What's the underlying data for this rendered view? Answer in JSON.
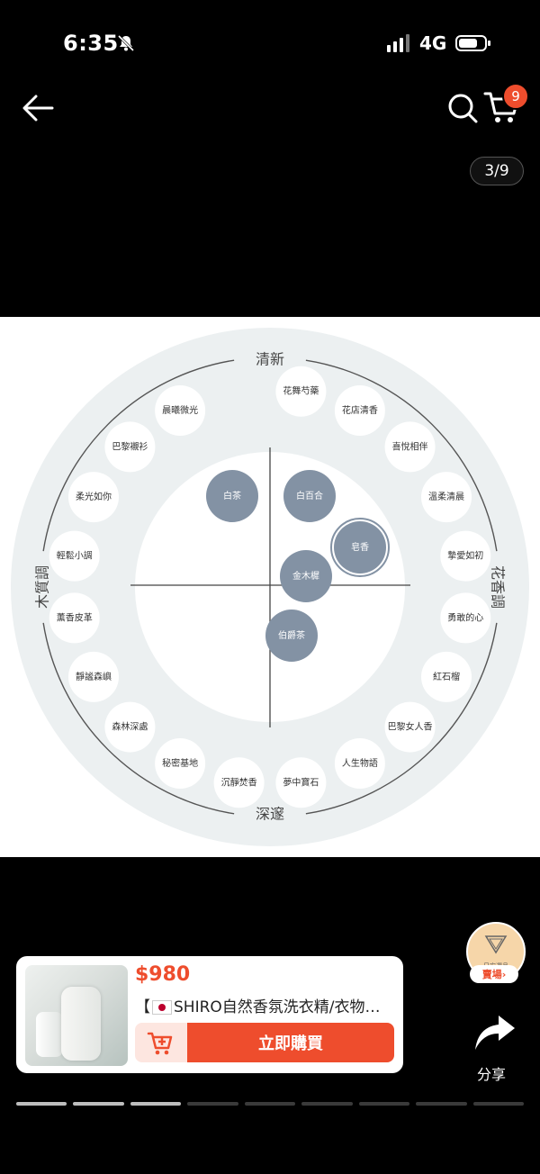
{
  "status_bar": {
    "time": "6:35",
    "network": "4G"
  },
  "header": {
    "cart_count": "9",
    "image_counter": "3/9"
  },
  "wheel": {
    "axis_top": "清新",
    "axis_bottom": "深邃",
    "axis_left": "木質調",
    "axis_right": "花香調",
    "outer_ring": [
      "花舞芍藥",
      "花店清香",
      "喜悅相伴",
      "溫柔清晨",
      "摯愛如初",
      "勇敢的心",
      "紅石榴",
      "巴黎女人香",
      "人生物語",
      "夢中寶石",
      "沉靜焚香",
      "秘密基地",
      "森林深處",
      "靜謐森嶼",
      "薰香皮革",
      "輕鬆小調",
      "柔光如你",
      "巴黎襯衫",
      "晨曦微光"
    ],
    "center_items": [
      "白茶",
      "白百合",
      "皂香",
      "金木樨",
      "伯爵茶"
    ]
  },
  "product": {
    "price": "$980",
    "title_prefix": "【",
    "title_text": "SHIRO自然香氛洗衣精/衣物柔軟精",
    "buy_label": "立即購買"
  },
  "store": {
    "badge_text": "日安選品",
    "button_label": "賣場",
    "button_chevron": "›"
  },
  "share_label": "分享",
  "pager": {
    "total": 9,
    "active": [
      0,
      1,
      2
    ]
  },
  "colors": {
    "accent": "#ee4d2d",
    "wheel_ring": "#ecf0f1",
    "blue_item": "#8392a4"
  }
}
